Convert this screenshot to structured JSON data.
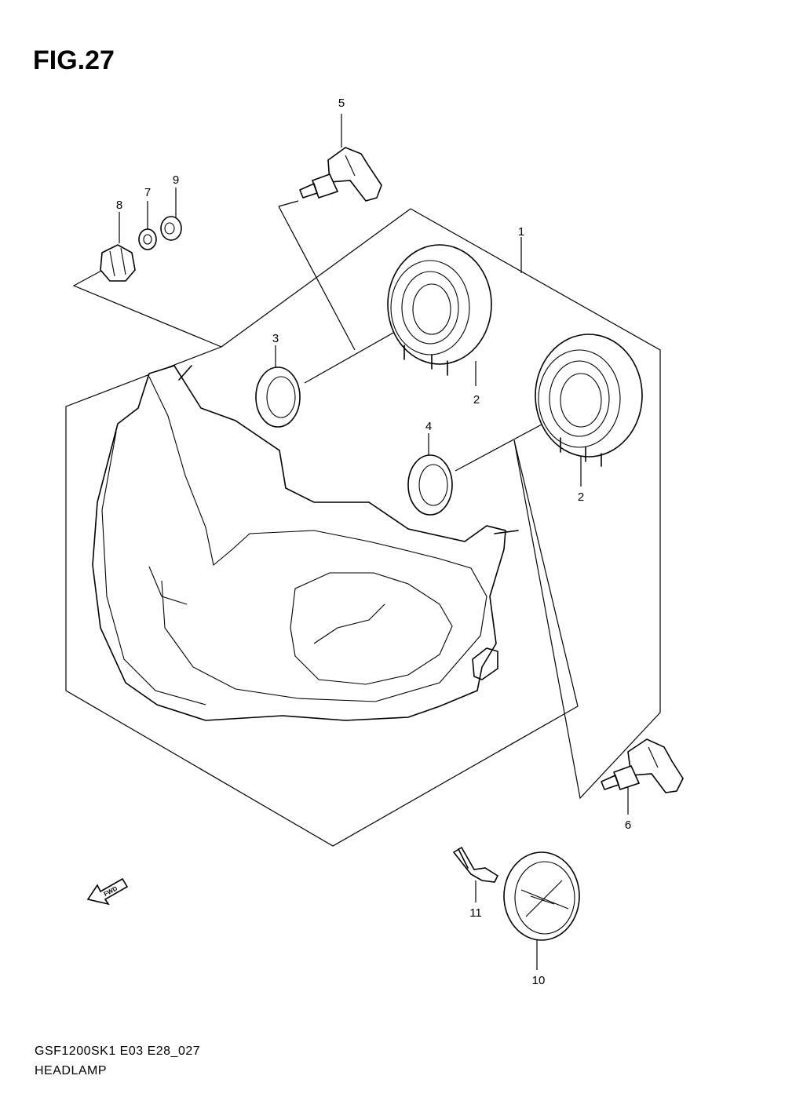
{
  "figure": {
    "title": "FIG.27"
  },
  "callouts": [
    {
      "id": "1",
      "label": "1"
    },
    {
      "id": "2a",
      "label": "2"
    },
    {
      "id": "2b",
      "label": "2"
    },
    {
      "id": "3",
      "label": "3"
    },
    {
      "id": "4",
      "label": "4"
    },
    {
      "id": "5",
      "label": "5"
    },
    {
      "id": "6",
      "label": "6"
    },
    {
      "id": "7",
      "label": "7"
    },
    {
      "id": "8",
      "label": "8"
    },
    {
      "id": "9",
      "label": "9"
    },
    {
      "id": "10",
      "label": "10"
    },
    {
      "id": "11",
      "label": "11"
    }
  ],
  "direction_marker": {
    "label": "FWD"
  },
  "footer": {
    "model_code": "GSF1200SK1  E03  E28_027",
    "caption": "HEADLAMP"
  }
}
